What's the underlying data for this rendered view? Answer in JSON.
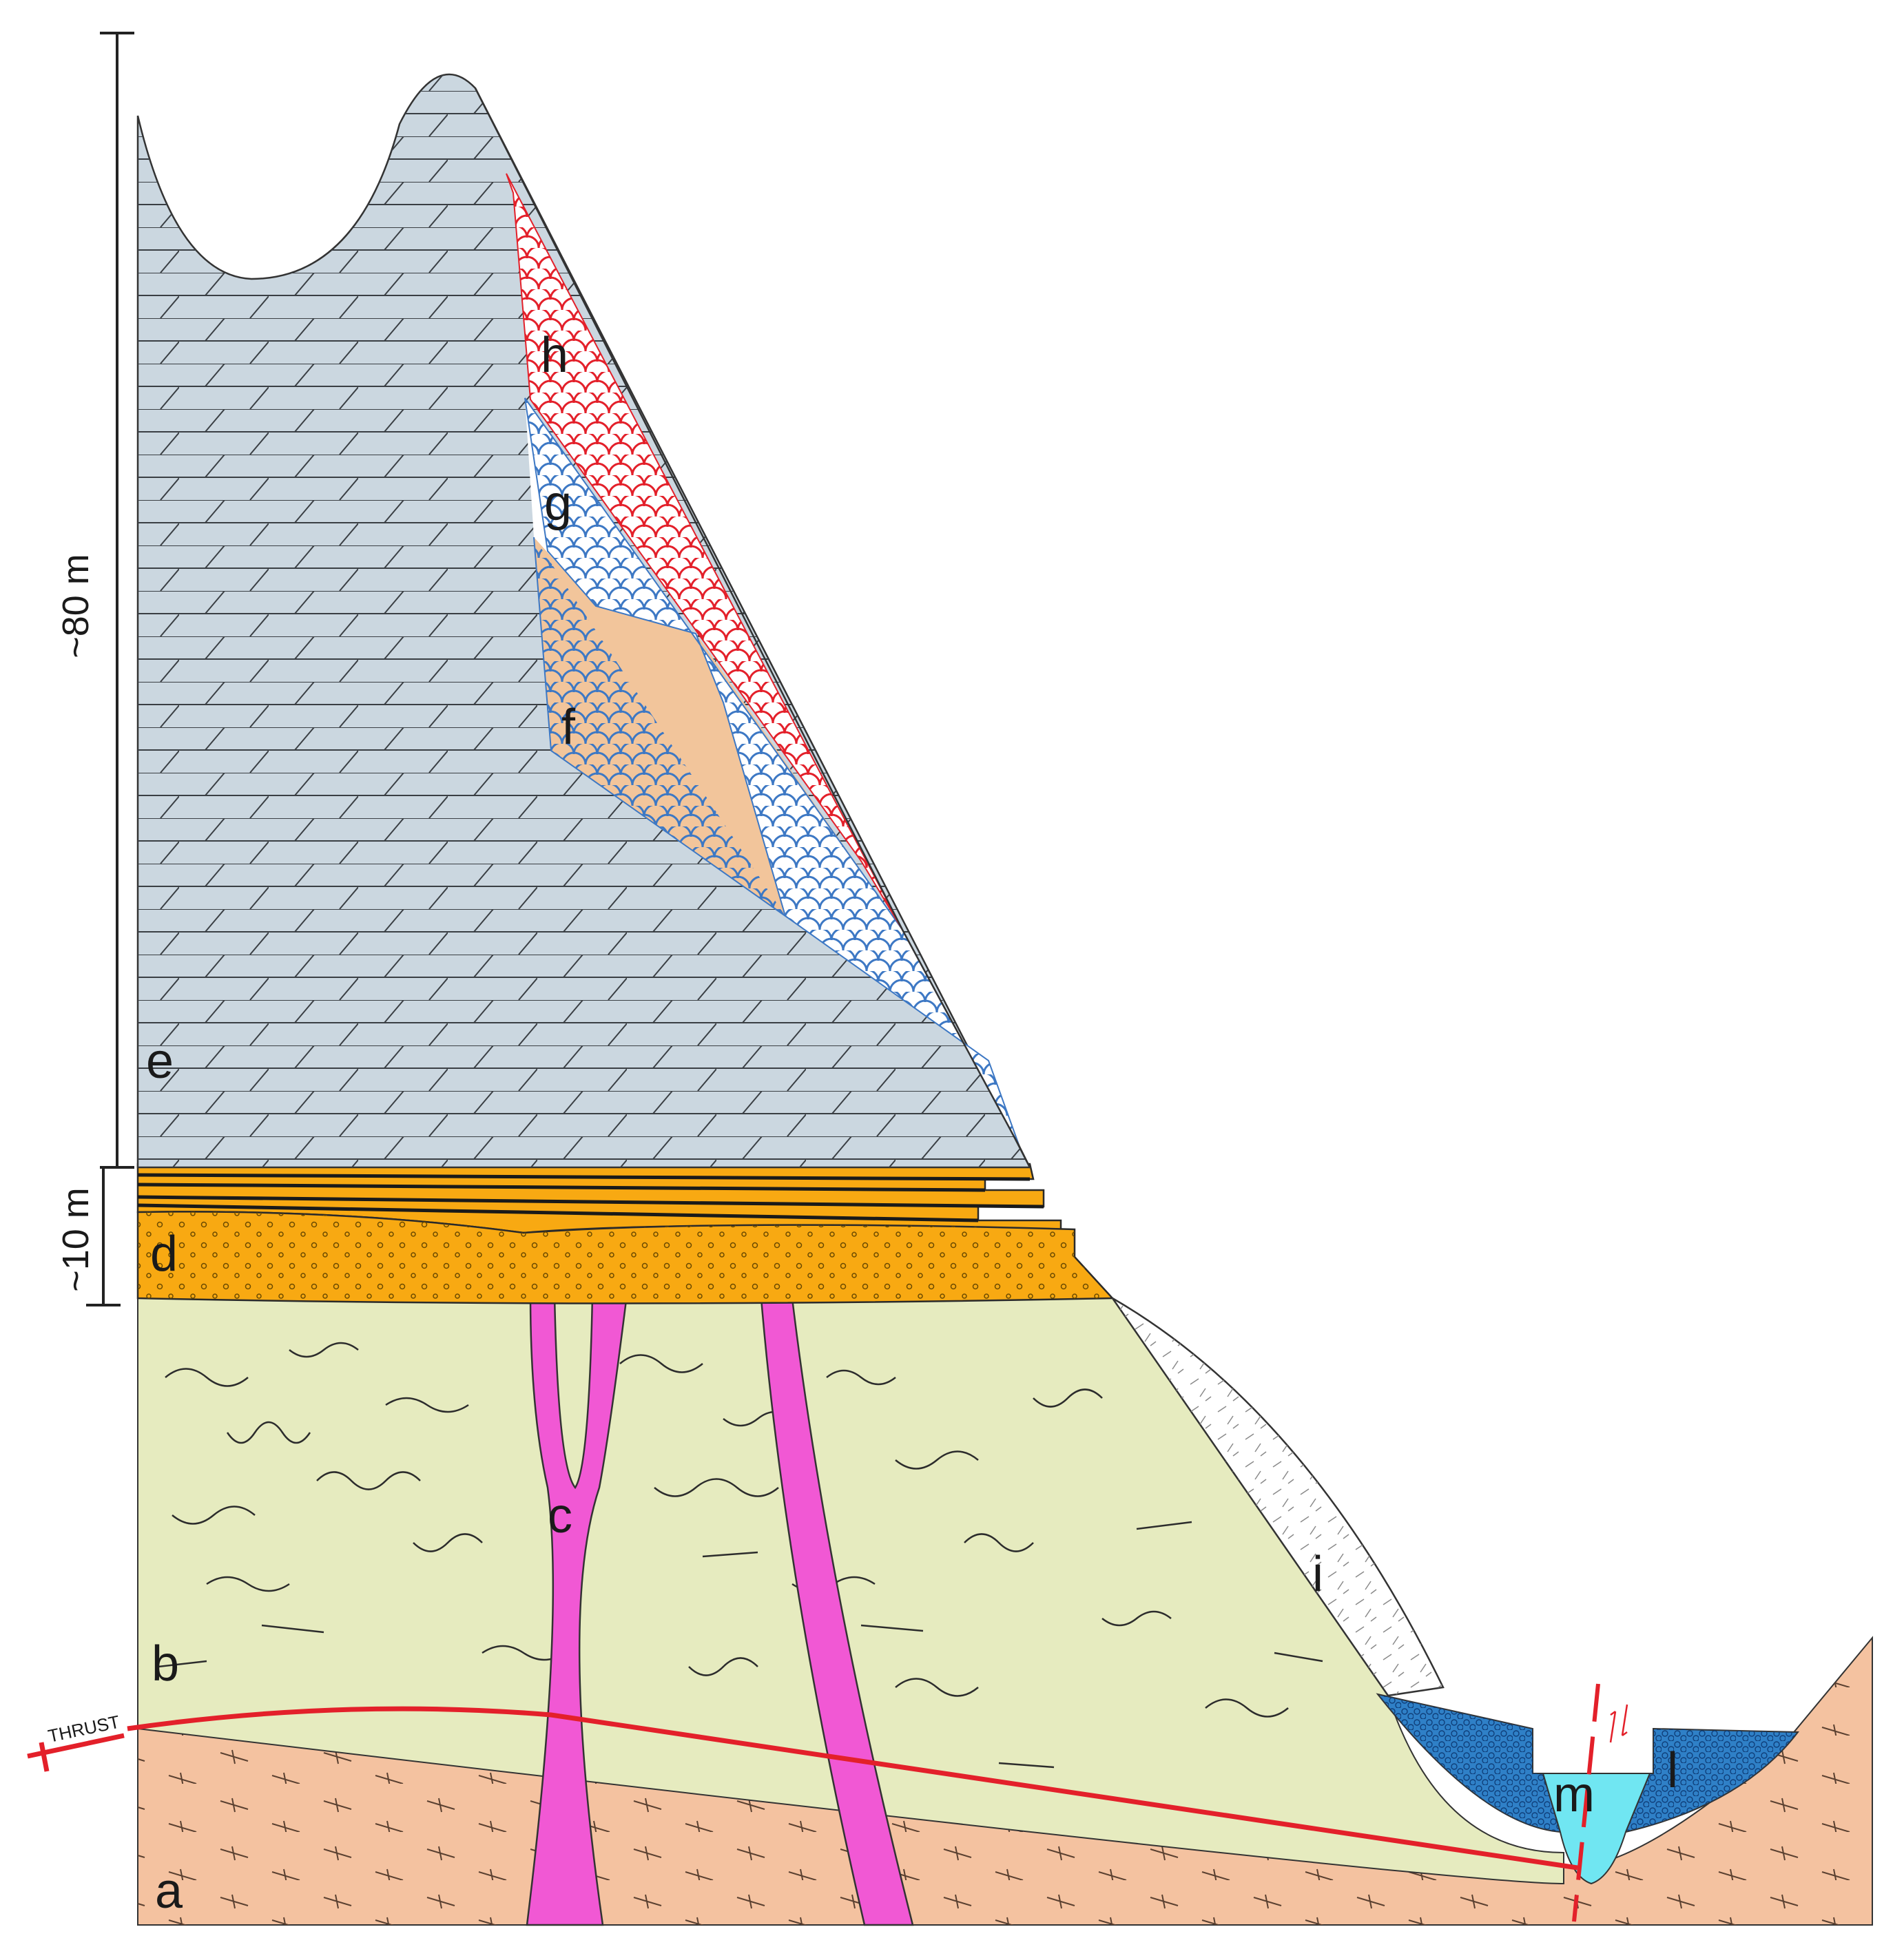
{
  "figure": {
    "units": {
      "a": "a",
      "b": "b",
      "c": "c",
      "d": "d",
      "e": "e",
      "f": "f",
      "g": "g",
      "h": "h",
      "i": "i",
      "l": "l",
      "m": "m"
    },
    "scale": {
      "upper": "~80 m",
      "lower": "~10 m"
    },
    "fault_label": "THRUST",
    "colors": {
      "a_basement": "#f4c2a0",
      "b_melange": "#e6ebbf",
      "c_dyke": "#f158d4",
      "d_sandstone": "#f8a912",
      "e_limestone": "#cbd7e0",
      "f_breccia": "#f2c59b",
      "g_pattern": "#3d78c4",
      "h_pattern": "#e3202a",
      "l_gravel": "#2f80c7",
      "m_water": "#70e6f2",
      "thrust_line": "#e3202a"
    }
  }
}
